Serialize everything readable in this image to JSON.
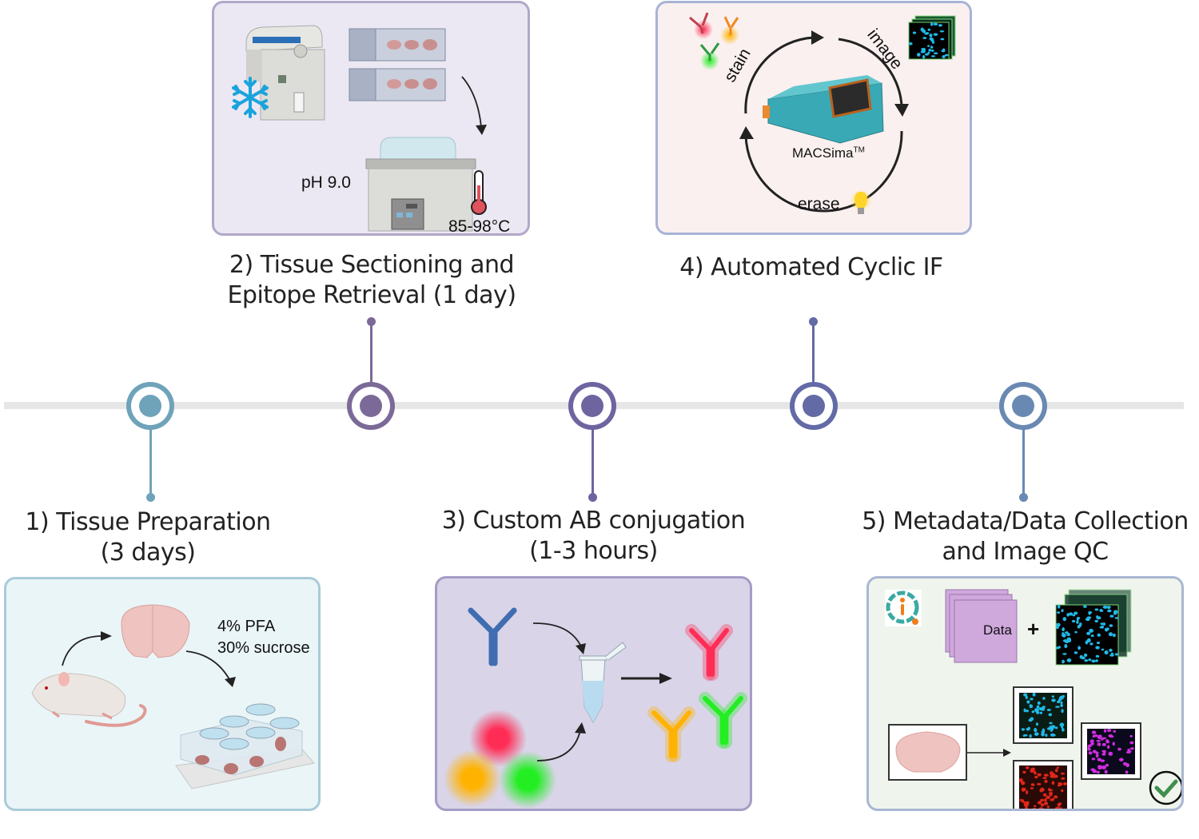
{
  "timeline": {
    "track_color": "#e6e6e6",
    "steps": [
      {
        "number": "1",
        "title_line1": "1) Tissue Preparation",
        "title_line2": "(3 days)",
        "color": "#6fa3b9",
        "position": "below"
      },
      {
        "number": "2",
        "title_line1": "2) Tissue Sectioning and",
        "title_line2": "Epitope Retrieval (1 day)",
        "color": "#7b6a98",
        "position": "above"
      },
      {
        "number": "3",
        "title_line1": "3) Custom AB conjugation",
        "title_line2": "(1-3 hours)",
        "color": "#6d64a0",
        "position": "below"
      },
      {
        "number": "4",
        "title_line1": "4) Automated Cyclic IF",
        "title_line2": "",
        "color": "#636aa6",
        "position": "above"
      },
      {
        "number": "5",
        "title_line1": "5) Metadata/Data Collection",
        "title_line2": "and Image QC",
        "color": "#6a89b2",
        "position": "below"
      }
    ]
  },
  "panels": {
    "tissue_prep": {
      "bg": "#eaf5f8",
      "border": "#a9cbd8",
      "label_fixative": "4% PFA",
      "label_cryo": "30% sucrose",
      "icons": [
        "mouse-icon",
        "brain-section-icon",
        "six-well-plate-icon"
      ]
    },
    "sectioning": {
      "bg": "#ebe8f3",
      "border": "#b2a7c9",
      "label_ph": "pH 9.0",
      "label_temp": "85-98°C",
      "icons": [
        "cryostat-icon",
        "snowflake-icon",
        "glass-slide-icon",
        "water-bath-icon",
        "thermometer-icon"
      ]
    },
    "conjugation": {
      "bg": "#d9d4e8",
      "border": "#a59cc6",
      "icons": [
        "antibody-icon",
        "fluorophore-icon",
        "tube-icon"
      ],
      "colors": {
        "antibody": "#3f6db0",
        "red": "#ff2d55",
        "orange": "#ffb300",
        "green": "#22ee22"
      }
    },
    "cyclic_if": {
      "bg": "#faf0ef",
      "border": "#a8b3d6",
      "cycle_labels": [
        "stain",
        "image",
        "erase"
      ],
      "instrument_label": "MACSima",
      "instrument_tm": "TM",
      "icons": [
        "macsima-instrument-icon",
        "lightbulb-icon",
        "image-stack-icon"
      ]
    },
    "qc": {
      "bg": "#eff5ec",
      "border": "#a9b7d3",
      "data_label": "Data",
      "plus": "+",
      "icons": [
        "info-quality-logo-icon",
        "data-stack-icon",
        "image-stack-icon",
        "brain-section-icon",
        "checkmark-icon"
      ]
    }
  }
}
